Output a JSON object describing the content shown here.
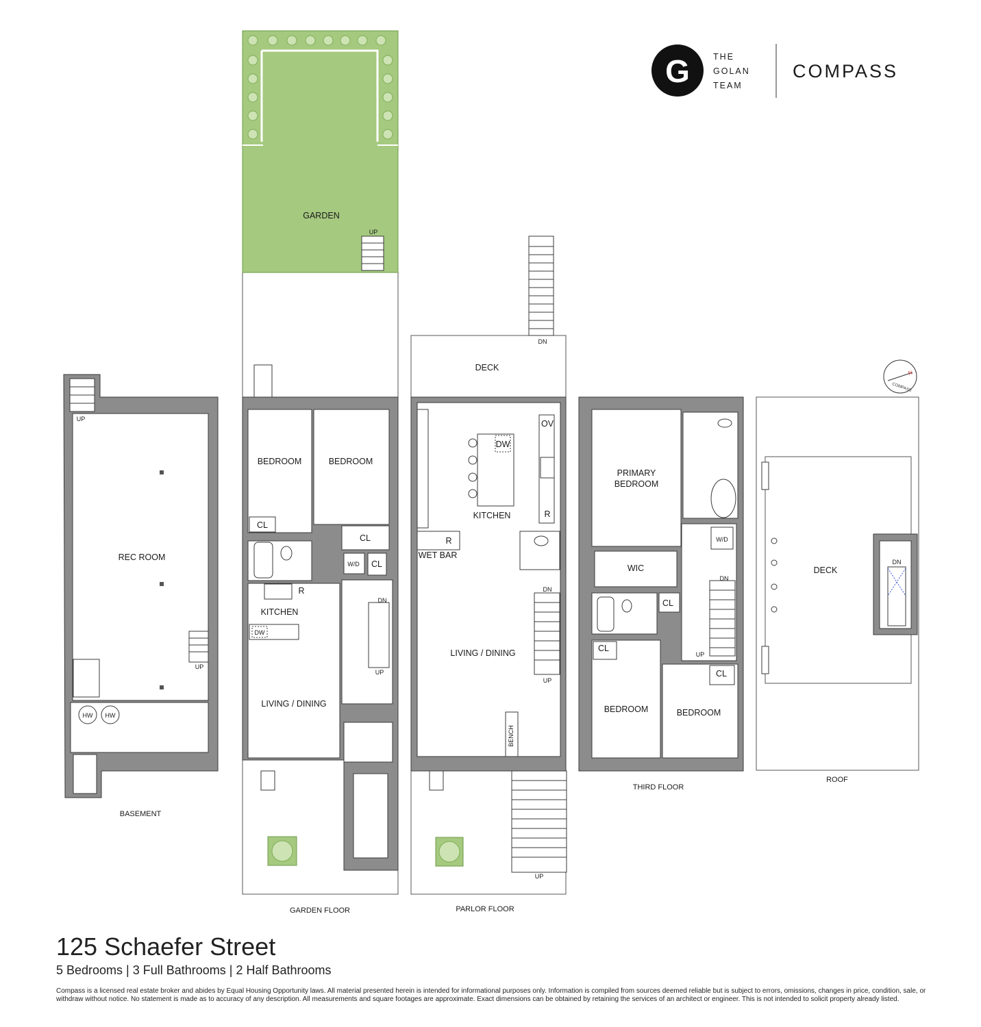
{
  "brand": {
    "logo_letters": "G",
    "team_line1": "THE",
    "team_line2": "GOLAN",
    "team_line3": "TEAM",
    "company": "COMPASS"
  },
  "property": {
    "address": "125 Schaefer Street",
    "summary": "5 Bedrooms | 3 Full Bathrooms | 2 Half Bathrooms"
  },
  "disclaimer": "Compass is a licensed real estate broker and abides by Equal Housing Opportunity laws. All material presented herein is intended for informational purposes only. Information is compiled from sources deemed reliable but is subject to errors, omissions, changes in price, condition, sale, or withdraw without notice. No statement is made as to accuracy of any description. All measurements and square footages are approximate. Exact dimensions can be obtained by retaining the services of an architect or engineer. This is not intended to solicit property already listed.",
  "compass_rose": {
    "label": "COMPASS",
    "north": "N"
  },
  "colors": {
    "garden": "#a5c97f",
    "wall": "#8c8c8c",
    "line": "#3a3a3a"
  },
  "floors": {
    "basement": {
      "name": "BASEMENT",
      "rooms": {
        "rec_room": "REC ROOM",
        "hw1": "HW",
        "hw2": "HW",
        "up1": "UP",
        "up2": "UP"
      }
    },
    "garden": {
      "name": "GARDEN FLOOR",
      "rooms": {
        "garden": "GARDEN",
        "garden_up": "UP",
        "bedroom1": "BEDROOM",
        "bedroom2": "BEDROOM",
        "cl1": "CL",
        "cl2": "CL",
        "cl3": "CL",
        "wd": "W/D",
        "kitchen": "KITCHEN",
        "dw": "DW",
        "r": "R",
        "living": "LIVING / DINING",
        "dn": "DN",
        "up": "UP"
      }
    },
    "parlor": {
      "name": "PARLOR FLOOR",
      "rooms": {
        "deck": "DECK",
        "deck_dn": "DN",
        "kitchen": "KITCHEN",
        "ov": "OV",
        "dw": "DW",
        "r1": "R",
        "r2": "R",
        "wet_bar": "WET BAR",
        "living": "LIVING / DINING",
        "dn": "DN",
        "up": "UP",
        "bench": "BENCH",
        "stoop_up": "UP"
      }
    },
    "third": {
      "name": "THIRD FLOOR",
      "rooms": {
        "primary_l1": "PRIMARY",
        "primary_l2": "BEDROOM",
        "wic": "WIC",
        "wd": "W/D",
        "cl1": "CL",
        "cl2": "CL",
        "cl3": "CL",
        "bedroom1": "BEDROOM",
        "bedroom2": "BEDROOM",
        "dn": "DN",
        "up": "UP"
      }
    },
    "roof": {
      "name": "ROOF",
      "rooms": {
        "deck": "DECK",
        "dn": "DN"
      }
    }
  }
}
